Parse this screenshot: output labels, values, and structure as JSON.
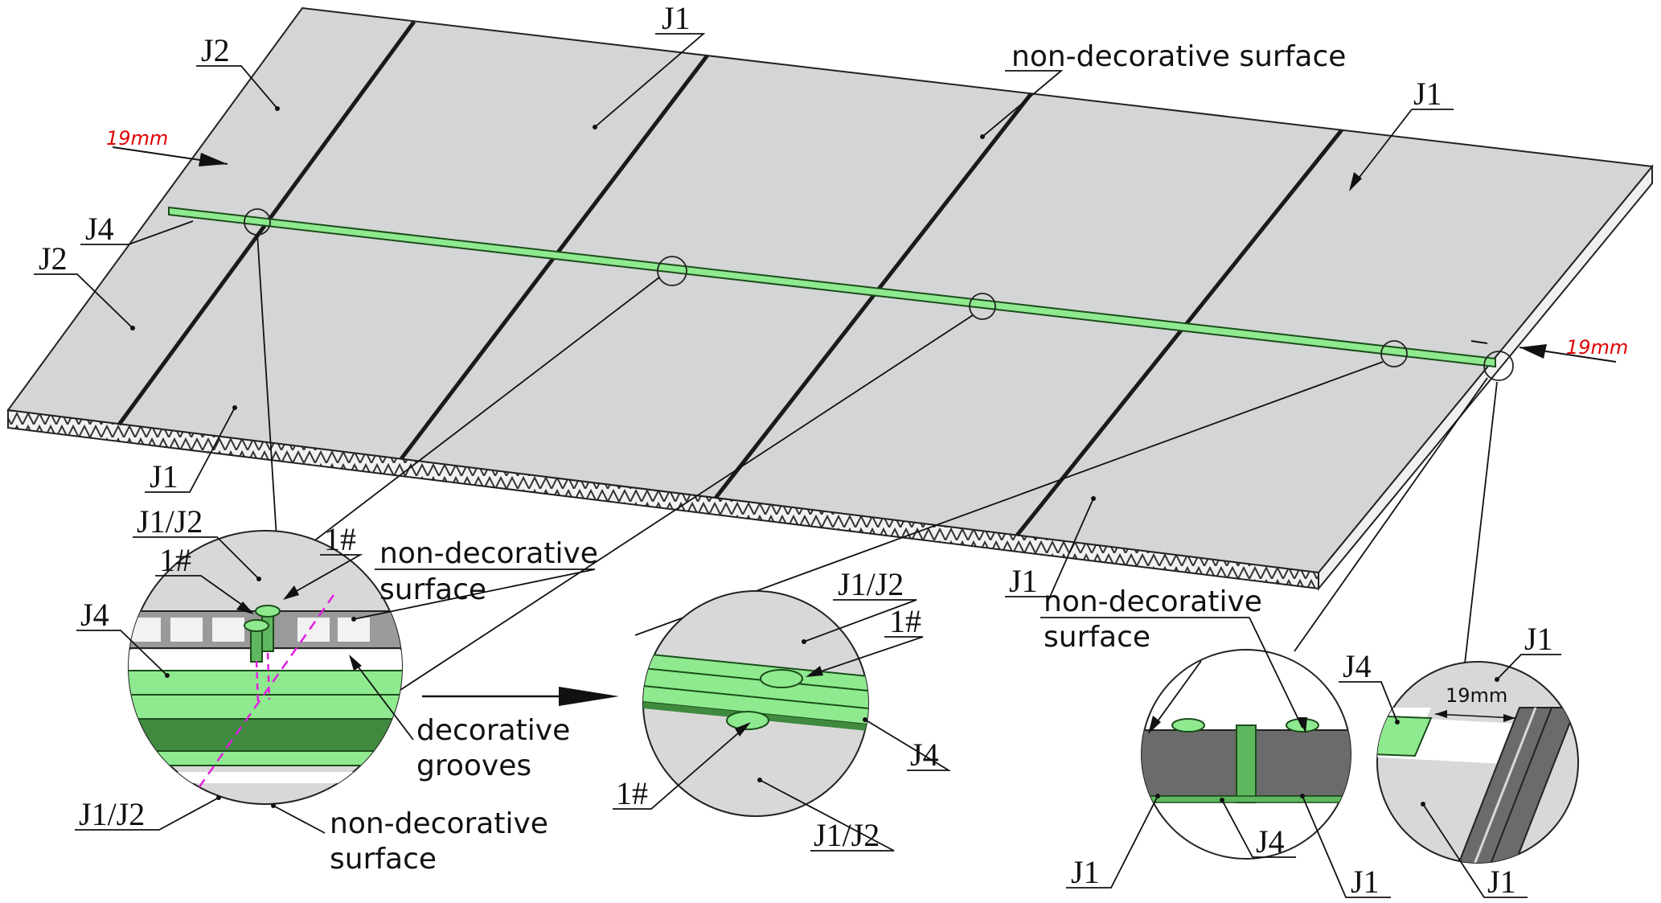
{
  "labels": {
    "j1": "J1",
    "j2": "J2",
    "j4": "J4",
    "j1_j2": "J1/J2",
    "screw": "1#",
    "non_decorative_surface": "non-decorative surface",
    "non_decorative_line1": "non-decorative",
    "surface_line2": "surface",
    "decorative_line1": "decorative",
    "grooves_line2": "grooves",
    "dim_19mm_red": "19mm",
    "dim_19mm_detail": "19mm"
  },
  "colors": {
    "panel": "#d4d5d6",
    "strip": "#8fea8f",
    "strip_dark": "#3f8a3f",
    "dimension": "#e00000",
    "section_dark": "#6b6b6b",
    "dashed": "#e020e0"
  }
}
